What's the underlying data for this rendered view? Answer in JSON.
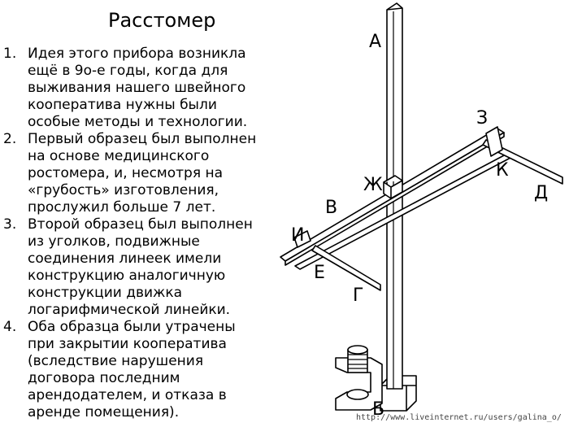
{
  "title": "Расстомер",
  "items": [
    {
      "num": "1.",
      "text": "Идея этого прибора возникла ещё в 9о-е годы, когда для выживания нашего швейного кооператива нужны были особые методы и технологии."
    },
    {
      "num": "2.",
      "text": "Первый образец был выполнен на основе медицинского ростомера, и, несмотря на «грубость» изготовления, прослужил больше 7 лет."
    },
    {
      "num": "3.",
      "text": "Второй образец был выполнен из уголков, подвижные соединения линеек имели конструкцию аналогичную конструкции движка логарифмической линейки."
    },
    {
      "num": "4.",
      "text": "Оба образца были утрачены при закрытии кооператива (вследствие нарушения договора последним арендодателем, и отказа в аренде помещения)."
    }
  ],
  "labels": {
    "A": "А",
    "B": "Б",
    "V": "В",
    "G": "Г",
    "D": "Д",
    "E": "Е",
    "ZH": "Ж",
    "Z": "З",
    "I": "И",
    "K": "К"
  },
  "watermark": "http://www.liveinternet.ru/users/galina_o/"
}
